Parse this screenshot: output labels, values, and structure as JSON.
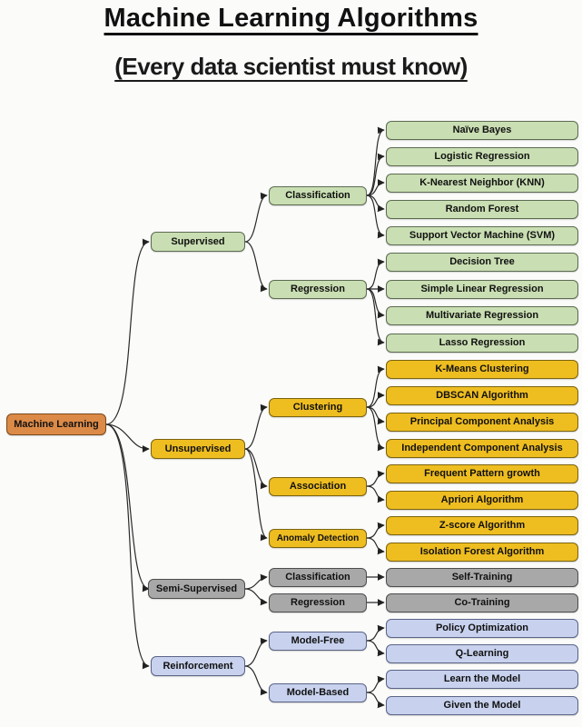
{
  "title": "Machine Learning Algorithms",
  "subtitle": "(Every data scientist must know)",
  "palette": {
    "root": "#dc8a47",
    "supervised": "#c9deb2",
    "unsupervised": "#eebd20",
    "semi_supervised": "#a8a8a8",
    "reinforcement": "#c8d2ee"
  },
  "root": {
    "label": "Machine Learning"
  },
  "branches": {
    "supervised": {
      "label": "Supervised",
      "children": [
        {
          "label": "Classification"
        },
        {
          "label": "Regression"
        }
      ],
      "leaves": [
        "Naïve Bayes",
        "Logistic Regression",
        "K-Nearest Neighbor (KNN)",
        "Random Forest",
        "Support Vector Machine (SVM)",
        "Decision Tree",
        "Simple Linear Regression",
        "Multivariate Regression",
        "Lasso Regression"
      ]
    },
    "unsupervised": {
      "label": "Unsupervised",
      "children": [
        {
          "label": "Clustering"
        },
        {
          "label": "Association"
        },
        {
          "label": "Anomaly Detection"
        }
      ],
      "leaves": [
        "K-Means Clustering",
        "DBSCAN Algorithm",
        "Principal Component Analysis",
        "Independent Component Analysis",
        "Frequent Pattern growth",
        "Apriori Algorithm",
        "Z-score Algorithm",
        "Isolation Forest Algorithm"
      ]
    },
    "semi_supervised": {
      "label": "Semi-Supervised",
      "children": [
        {
          "label": "Classification"
        },
        {
          "label": "Regression"
        }
      ],
      "leaves": [
        "Self-Training",
        "Co-Training"
      ]
    },
    "reinforcement": {
      "label": "Reinforcement",
      "children": [
        {
          "label": "Model-Free"
        },
        {
          "label": "Model-Based"
        }
      ],
      "leaves": [
        "Policy Optimization",
        "Q-Learning",
        "Learn the Model",
        "Given the Model"
      ]
    }
  }
}
